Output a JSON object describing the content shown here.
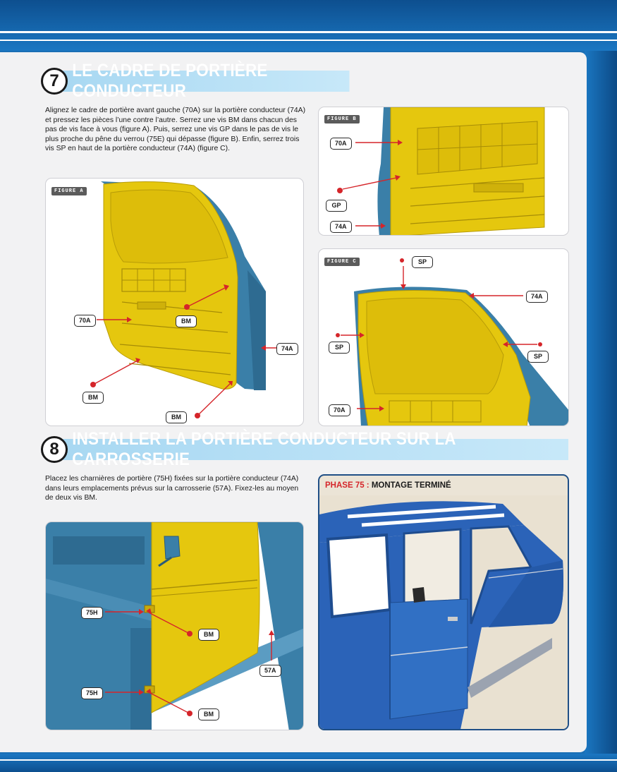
{
  "step7": {
    "number": "7",
    "title": "LE CADRE DE PORTIÈRE CONDUCTEUR",
    "text": "Alignez le cadre de portière avant gauche (70A) sur la portière conducteur (74A) et pressez les pièces l’une contre l’autre. Serrez une vis BM dans chacun des pas de vis face à vous (figure A). Puis, serrez une vis GP dans le pas de vis le plus proche du pêne du verrou (75E) qui dépasse (figure B). Enfin, serrez trois vis SP en haut de la portière conducteur (74A) (figure C).",
    "figure_a": {
      "tag": "FIGURE A",
      "callouts": {
        "c70a": "70A",
        "c74a": "74A",
        "bm1": "BM",
        "bm2": "BM",
        "bm3": "BM"
      }
    },
    "figure_b": {
      "tag": "FIGURE B",
      "callouts": {
        "c70a": "70A",
        "gp": "GP",
        "c74a": "74A"
      }
    },
    "figure_c": {
      "tag": "FIGURE C",
      "callouts": {
        "sp_top": "SP",
        "c74a": "74A",
        "sp_left": "SP",
        "sp_right": "SP",
        "c70a": "70A"
      }
    }
  },
  "step8": {
    "number": "8",
    "title": "INSTALLER LA PORTIÈRE CONDUCTEUR SUR LA CARROSSERIE",
    "text": "Placez les charnières de portière (75H) fixées sur la portière conducteur (74A) dans leurs emplacements prévus sur la carrosserie (57A). Fixez-les au moyen de deux vis BM.",
    "figure_main": {
      "callouts": {
        "h1": "75H",
        "bm1": "BM",
        "c57a": "57A",
        "h2": "75H",
        "bm2": "BM"
      }
    },
    "phase": {
      "prefix": "PHASE 75 :",
      "label": "MONTAGE TERMINÉ"
    }
  },
  "colors": {
    "page_blue": "#1a6fb5",
    "banner_light_blue": "#a8d8f2",
    "part_yellow": "#e7c80f",
    "body_blue": "#2b63b8",
    "callout_red": "#d5252a"
  }
}
